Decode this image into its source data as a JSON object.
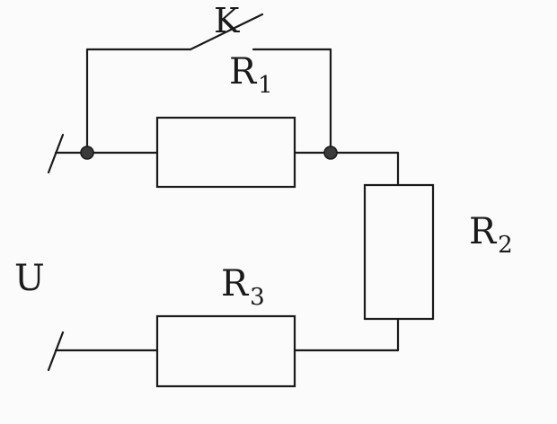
{
  "labels": {
    "switch": "K",
    "voltage": "U",
    "r1": {
      "main": "R",
      "sub": "1"
    },
    "r2": {
      "main": "R",
      "sub": "2"
    },
    "r3": {
      "main": "R",
      "sub": "3"
    }
  },
  "colors": {
    "ink": "#1a1a1a",
    "paper": "#fbfbfb"
  }
}
